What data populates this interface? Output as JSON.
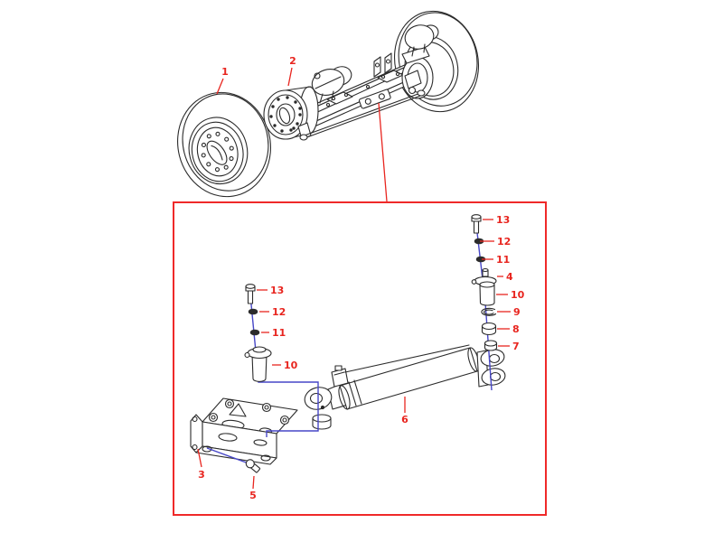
{
  "diagram": {
    "kind": "exploded-parts-diagram",
    "views": {
      "main": "front-axle-with-wheels",
      "detail": "steering-cylinder-exploded-view"
    }
  },
  "colors": {
    "callout_text": "#e8251f",
    "leader_line": "#e8251f",
    "detail_box_border": "#ef2929",
    "assembly_line": "#4747c7",
    "line_art": "#2b2b2b",
    "background": "#ffffff"
  },
  "callouts": {
    "wheel": "1",
    "axle_assembly": "2",
    "bracket": "3",
    "cap": "4",
    "bracket_bolt": "5",
    "cylinder": "6",
    "ring_7": "7",
    "ring_8": "8",
    "snap_ring": "9",
    "pin_left": "10",
    "pin_right": "10",
    "washer_11_left": "11",
    "washer_11_right": "11",
    "washer_12_left": "12",
    "washer_12_right": "12",
    "screw_13_left": "13",
    "screw_13_right": "13"
  }
}
